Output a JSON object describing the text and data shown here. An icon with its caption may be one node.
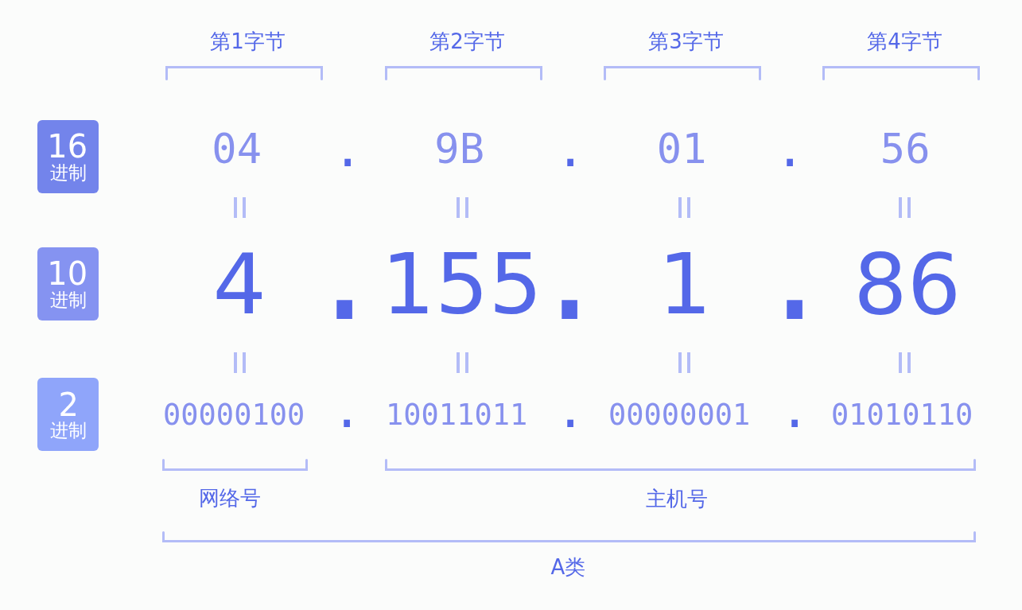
{
  "diagram": {
    "nodes": [
      {
        "text": [
          "16",
          "进制"
        ]
      },
      {
        "text": [
          "10",
          "进制"
        ]
      },
      {
        "text": [
          "2",
          "进制"
        ]
      }
    ],
    "labels": [
      "第1字节",
      "第2字节",
      "第3字节",
      "第4字节",
      "04",
      ".",
      "9B",
      ".",
      "01",
      ".",
      "56",
      "4",
      ".",
      "155",
      ".",
      "1",
      ".",
      "86",
      "00000100",
      ".",
      "10011011",
      ".",
      "00000001",
      ".",
      "01010110",
      "网络号",
      "主机号",
      "A类"
    ]
  }
}
